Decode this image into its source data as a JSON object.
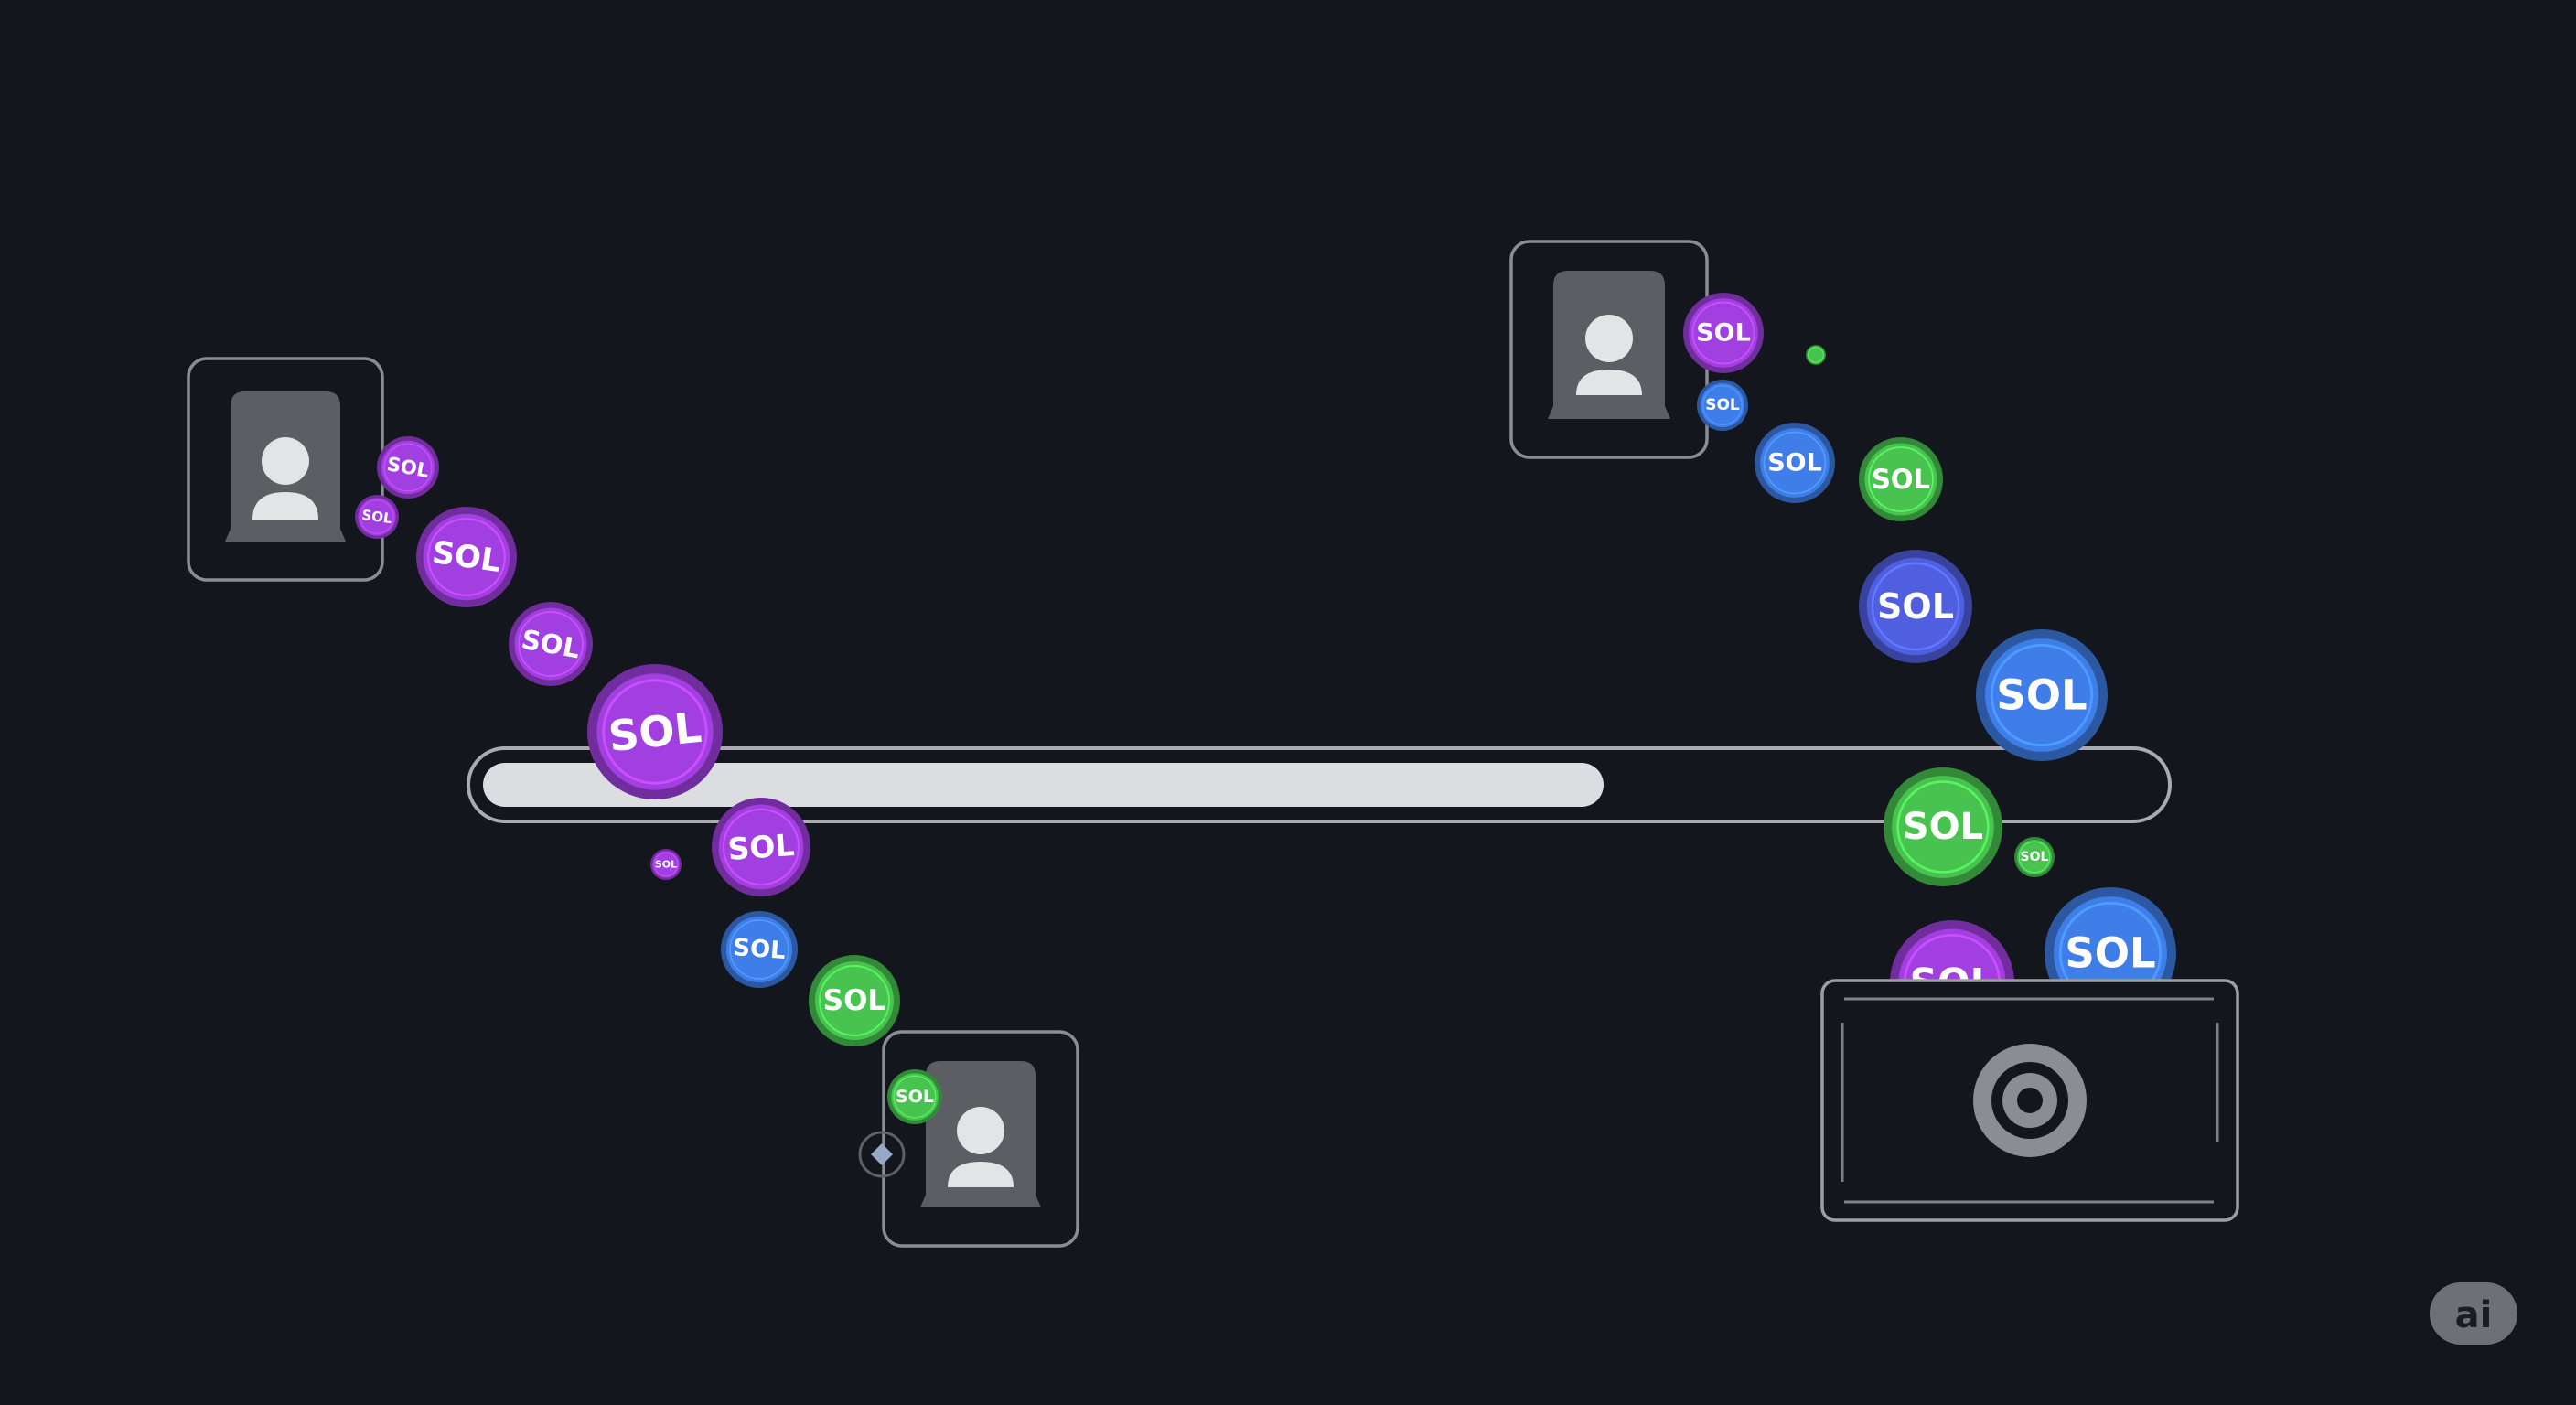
{
  "coin_label": "SOL",
  "badge": {
    "label": "ai",
    "color": "#6e7075"
  },
  "progress": {
    "fraction": 0.67
  },
  "colors": {
    "background": "#13161d",
    "purple": "#a23fe0",
    "blue": "#3f7de8",
    "green": "#48c34f",
    "indigo": "#4f5fe0"
  },
  "icons": [
    "user-avatar-icon",
    "wallet-icon",
    "target-icon",
    "sparkle-icon"
  ]
}
